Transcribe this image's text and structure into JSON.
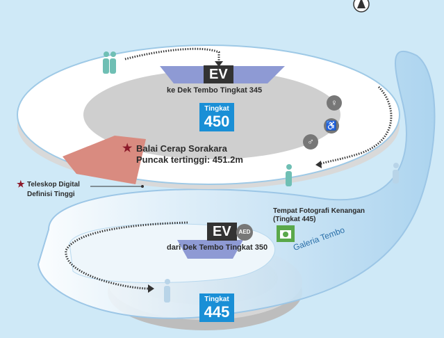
{
  "upper_floor": {
    "ev_label": "EV",
    "ev_caption": "ke Dek Tembo Tingkat 345",
    "floor_word": "Tingkat",
    "floor_number": "450",
    "observatory_line1": "Balai Cerap Sorakara",
    "observatory_line2": "Puncak tertinggi: 451.2m",
    "telescope_line1": "Teleskop Digital",
    "telescope_line2": "Definisi Tinggi"
  },
  "lower_floor": {
    "ev_label": "EV",
    "aed_label": "AED",
    "ev_caption": "dari Dek Tembo Tingkat 350",
    "photo_line1": "Tempat Fotografi Kenangan",
    "photo_line2": "(Tingkat 445)",
    "floor_word": "Tingkat",
    "floor_number": "445",
    "galleria": "Galeria Tembo"
  },
  "colors": {
    "background": "#cfe9f7",
    "badge": "#1a8fd6",
    "observatory": "#d98b80",
    "star": "#8c1a2a",
    "ev_zone": "#8e9ad4",
    "photo": "#5aa84a"
  },
  "icons": [
    "walking-people-icon",
    "female-restroom-icon",
    "accessible-restroom-icon",
    "male-restroom-icon",
    "walking-person-icon",
    "camera-icon",
    "aed-icon",
    "star-icon",
    "compass-icon"
  ]
}
